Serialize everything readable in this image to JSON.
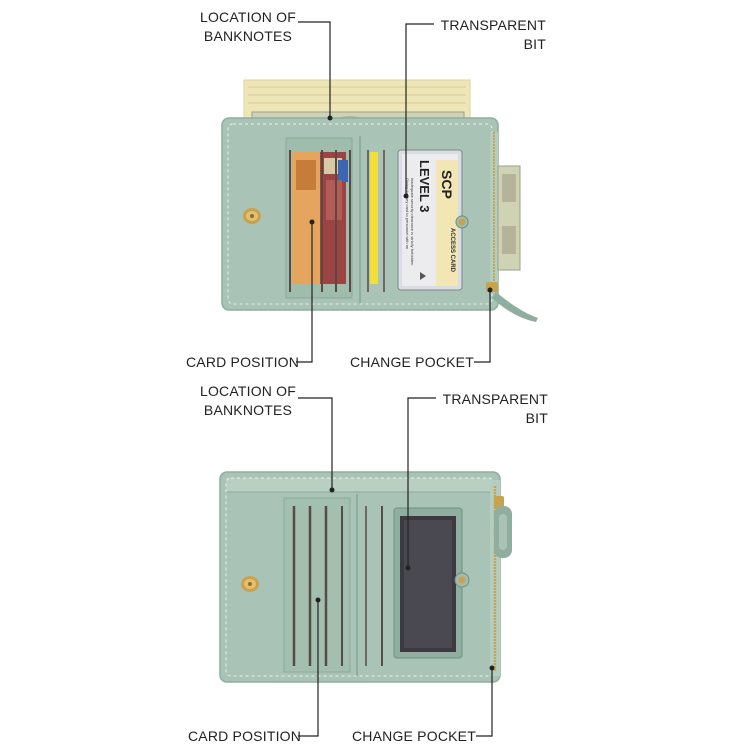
{
  "top": {
    "labels": {
      "banknotes_line1": "LOCATION OF",
      "banknotes_line2": "BANKNOTES",
      "transparent_line1": "TRANSPARENT",
      "transparent_line2": "BIT",
      "card_position": "CARD POSITION",
      "change_pocket": "CHANGE POCKET"
    },
    "id_card": {
      "brand": "SCP",
      "level": "LEVEL 3",
      "side_text": "ACCESS CARD",
      "fine_print_1": "Giving the key card to personnel with an",
      "fine_print_2": "inadequate security clearance is strictly forbidden"
    }
  },
  "bottom": {
    "labels": {
      "banknotes_line1": "LOCATION OF",
      "banknotes_line2": "BANKNOTES",
      "transparent_line1": "TRANSPARENT",
      "transparent_line2": "BIT",
      "card_position": "CARD POSITION",
      "change_pocket": "CHANGE POCKET"
    }
  },
  "colors": {
    "wallet_green": "#a9c4b6",
    "wallet_green_dark": "#8fae9f",
    "stitch": "#e9f1ec",
    "banknote": "#efe6b8",
    "zipper_gold": "#c9a250",
    "window_dark": "#3c3a40"
  }
}
